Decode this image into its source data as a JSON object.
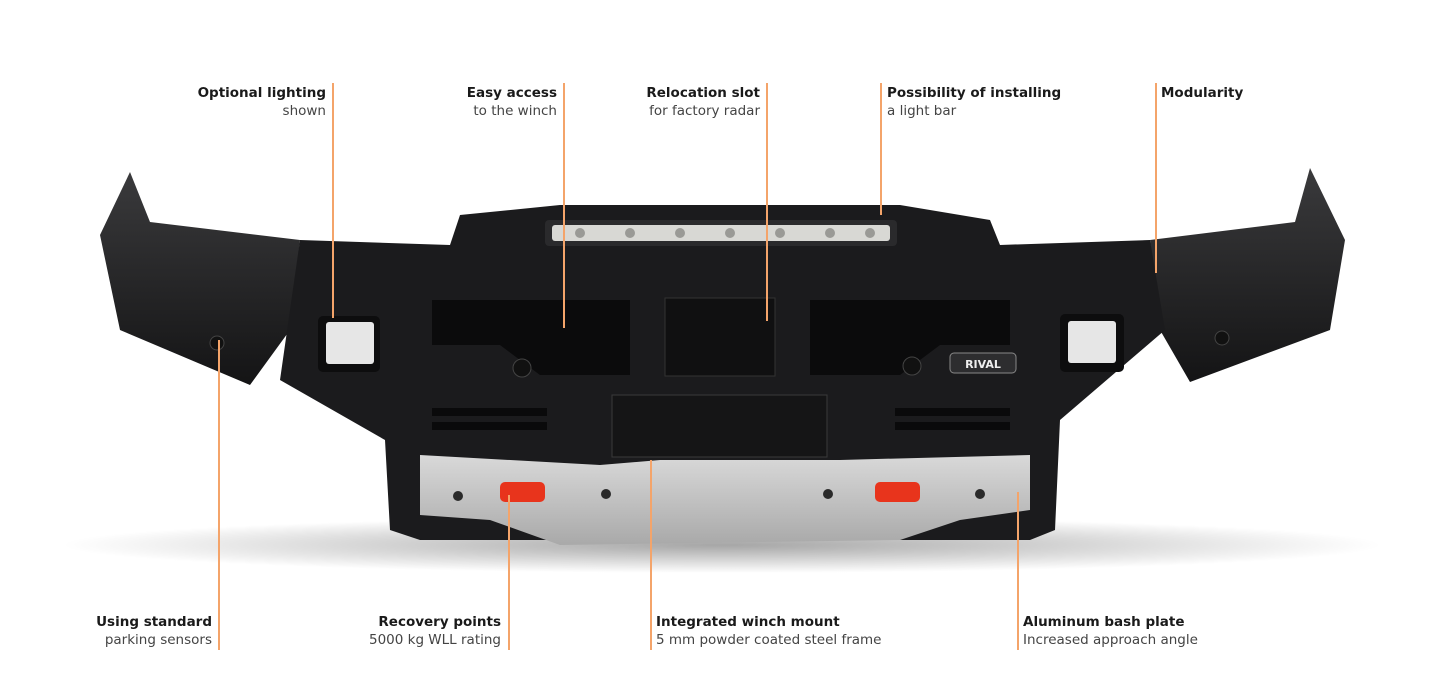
{
  "accent_color": "#f4a46a",
  "brand_badge": "RIVAL",
  "callouts_top": [
    {
      "title": "Optional lighting",
      "subtitle": "shown"
    },
    {
      "title": "Easy access",
      "subtitle": "to the winch"
    },
    {
      "title": "Relocation slot",
      "subtitle": "for factory radar"
    },
    {
      "title": "Possibility of installing",
      "subtitle": "a light bar"
    },
    {
      "title": "Modularity",
      "subtitle": ""
    }
  ],
  "callouts_bottom": [
    {
      "title": "Using standard",
      "subtitle": "parking sensors"
    },
    {
      "title": "Recovery points",
      "subtitle": "5000 kg WLL rating"
    },
    {
      "title": "Integrated winch mount",
      "subtitle": "5 mm powder coated steel frame"
    },
    {
      "title": "Aluminum bash plate",
      "subtitle": "Increased approach angle"
    }
  ]
}
